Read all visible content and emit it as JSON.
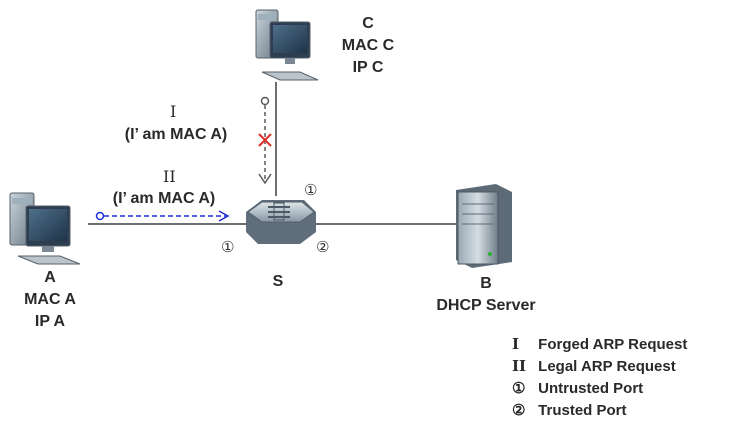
{
  "hosts": {
    "c": {
      "name": "C",
      "mac": "MAC C",
      "ip": "IP C"
    },
    "a": {
      "name": "A",
      "mac": "MAC A",
      "ip": "IP A"
    },
    "b": {
      "name": "B",
      "role": "DHCP Server"
    },
    "s": {
      "name": "S"
    }
  },
  "messages": {
    "forged": {
      "numeral": "I",
      "text": "(I’ am MAC A)"
    },
    "legal": {
      "numeral": "II",
      "text": "(I’ am MAC A)"
    }
  },
  "ports": {
    "untrusted_symbol": "①",
    "trusted_symbol": "②"
  },
  "legend": [
    {
      "symbol": "I",
      "label": "Forged ARP Request"
    },
    {
      "symbol": "II",
      "label": "Legal ARP Request"
    },
    {
      "symbol": "①",
      "label": "Untrusted Port"
    },
    {
      "symbol": "②",
      "label": "Trusted Port"
    }
  ],
  "colors": {
    "link": "#6e6e6e",
    "forged_arrow": "#5a5a5a",
    "legal_arrow": "#1f2fd6",
    "block_mark": "#e0302a",
    "device_body": "#7d8c99"
  }
}
